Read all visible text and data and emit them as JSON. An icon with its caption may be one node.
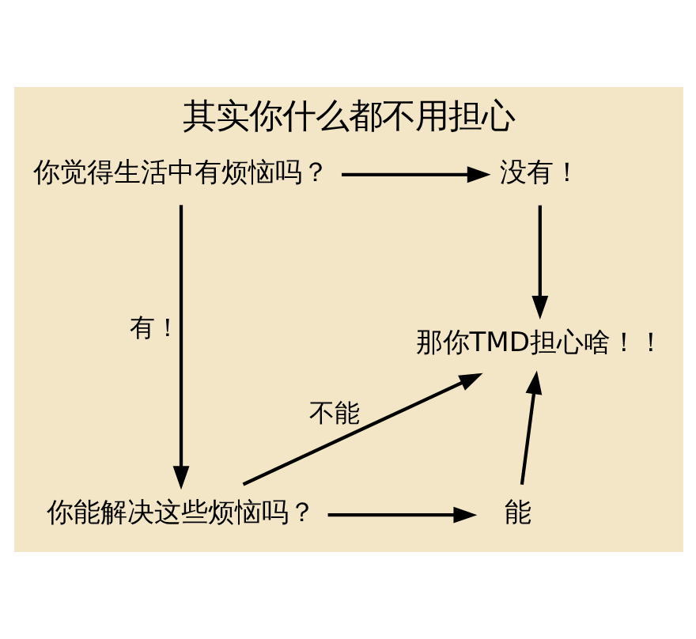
{
  "diagram": {
    "title": "其实你什么都不用担心",
    "nodes": [
      {
        "text": [
          "你觉得生活中有烦恼吗？"
        ]
      },
      {
        "text": [
          "没有！"
        ]
      },
      {
        "text": [
          "那你TMD担心啥！！"
        ]
      },
      {
        "text": [
          "你能解决这些烦恼吗？"
        ]
      },
      {
        "text": [
          "能"
        ]
      }
    ],
    "edges": [
      {
        "from": 0,
        "to": 1,
        "arrow": "to"
      },
      {
        "from": 1,
        "to": 2,
        "arrow": "to"
      },
      {
        "from": 0,
        "to": 3,
        "arrow": "to",
        "label": "有！"
      },
      {
        "from": 3,
        "to": 2,
        "arrow": "to",
        "label": "不能"
      },
      {
        "from": 3,
        "to": 4,
        "arrow": "to"
      },
      {
        "from": 4,
        "to": 2,
        "arrow": "to"
      }
    ]
  }
}
